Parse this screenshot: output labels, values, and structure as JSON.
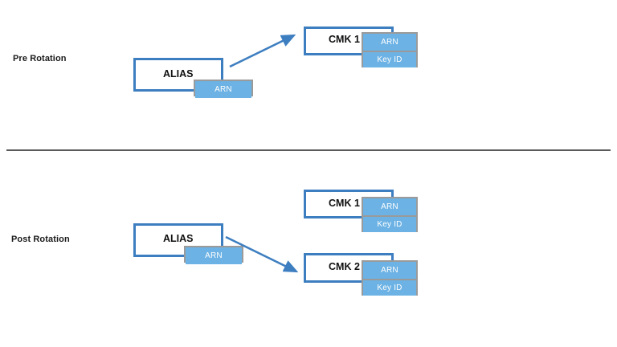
{
  "diagram": {
    "title_colors": {
      "box_border": "#3d7ec0",
      "badge_fill": "#6cb2e4",
      "badge_border": "#9a9a9a",
      "badge_text": "#ffffff",
      "arrow": "#3d7ec0",
      "divider": "#5a5a5a",
      "background": "#ffffff",
      "label_text": "#1a1a1a"
    },
    "sections": [
      {
        "label": "Pre Rotation",
        "alias": {
          "title": "ALIAS",
          "badges": [
            "ARN"
          ]
        },
        "keys": [
          {
            "title": "CMK 1",
            "badges": [
              "ARN",
              "Key ID"
            ]
          }
        ],
        "arrow": {
          "name": "alias-to-cmk1-arrow",
          "direction": "up-right"
        }
      },
      {
        "label": "Post Rotation",
        "alias": {
          "title": "ALIAS",
          "badges": [
            "ARN"
          ]
        },
        "keys": [
          {
            "title": "CMK 1",
            "badges": [
              "ARN",
              "Key ID"
            ]
          },
          {
            "title": "CMK 2",
            "badges": [
              "ARN",
              "Key ID"
            ]
          }
        ],
        "arrow": {
          "name": "alias-to-cmk2-arrow",
          "direction": "down-right"
        }
      }
    ]
  }
}
